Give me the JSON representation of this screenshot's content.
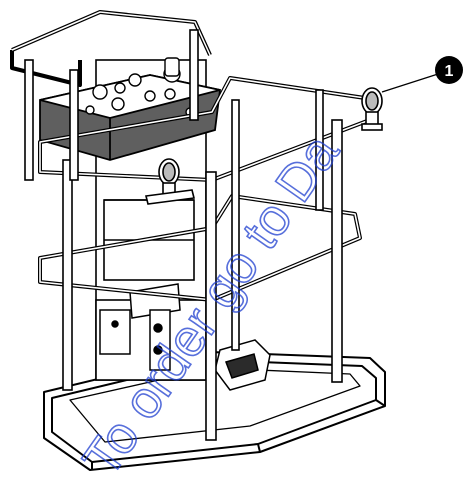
{
  "figure": {
    "subject": "aerial work platform basket with control console and rail-mounted beacons",
    "callouts": [
      {
        "number": "1",
        "target": "beacon-light"
      }
    ]
  },
  "watermark": {
    "text": "To order go to Da",
    "color": "#1f3fcf"
  },
  "colors": {
    "line": "#000000",
    "fill": "#ffffff",
    "shade": "#6b6b6b",
    "dark": "#2b2b2b",
    "callout_bg": "#000000",
    "callout_text": "#ffffff"
  }
}
